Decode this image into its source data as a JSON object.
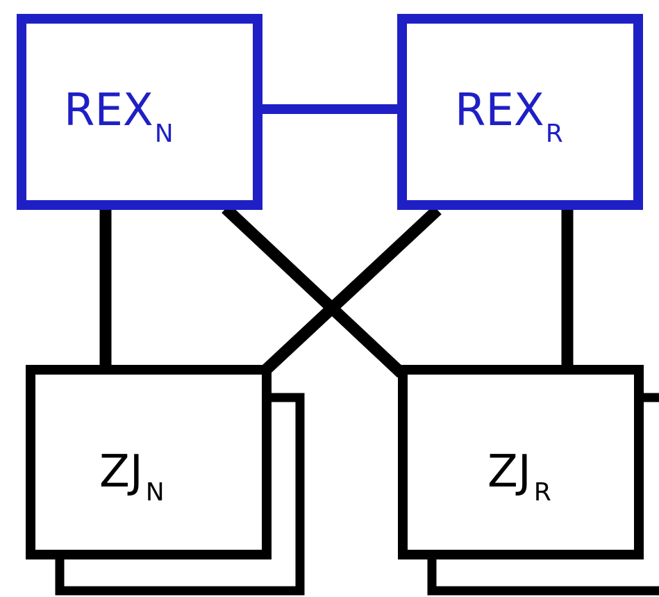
{
  "colors": {
    "background": "#ffffff",
    "rex": "#1f1fc6",
    "zj": "#000000"
  },
  "nodes": {
    "rex_n": {
      "label": "REX",
      "subscript": "N"
    },
    "rex_r": {
      "label": "REX",
      "subscript": "R"
    },
    "zj_n": {
      "label": "ZJ",
      "subscript": "N"
    },
    "zj_r": {
      "label": "ZJ",
      "subscript": "R"
    }
  }
}
